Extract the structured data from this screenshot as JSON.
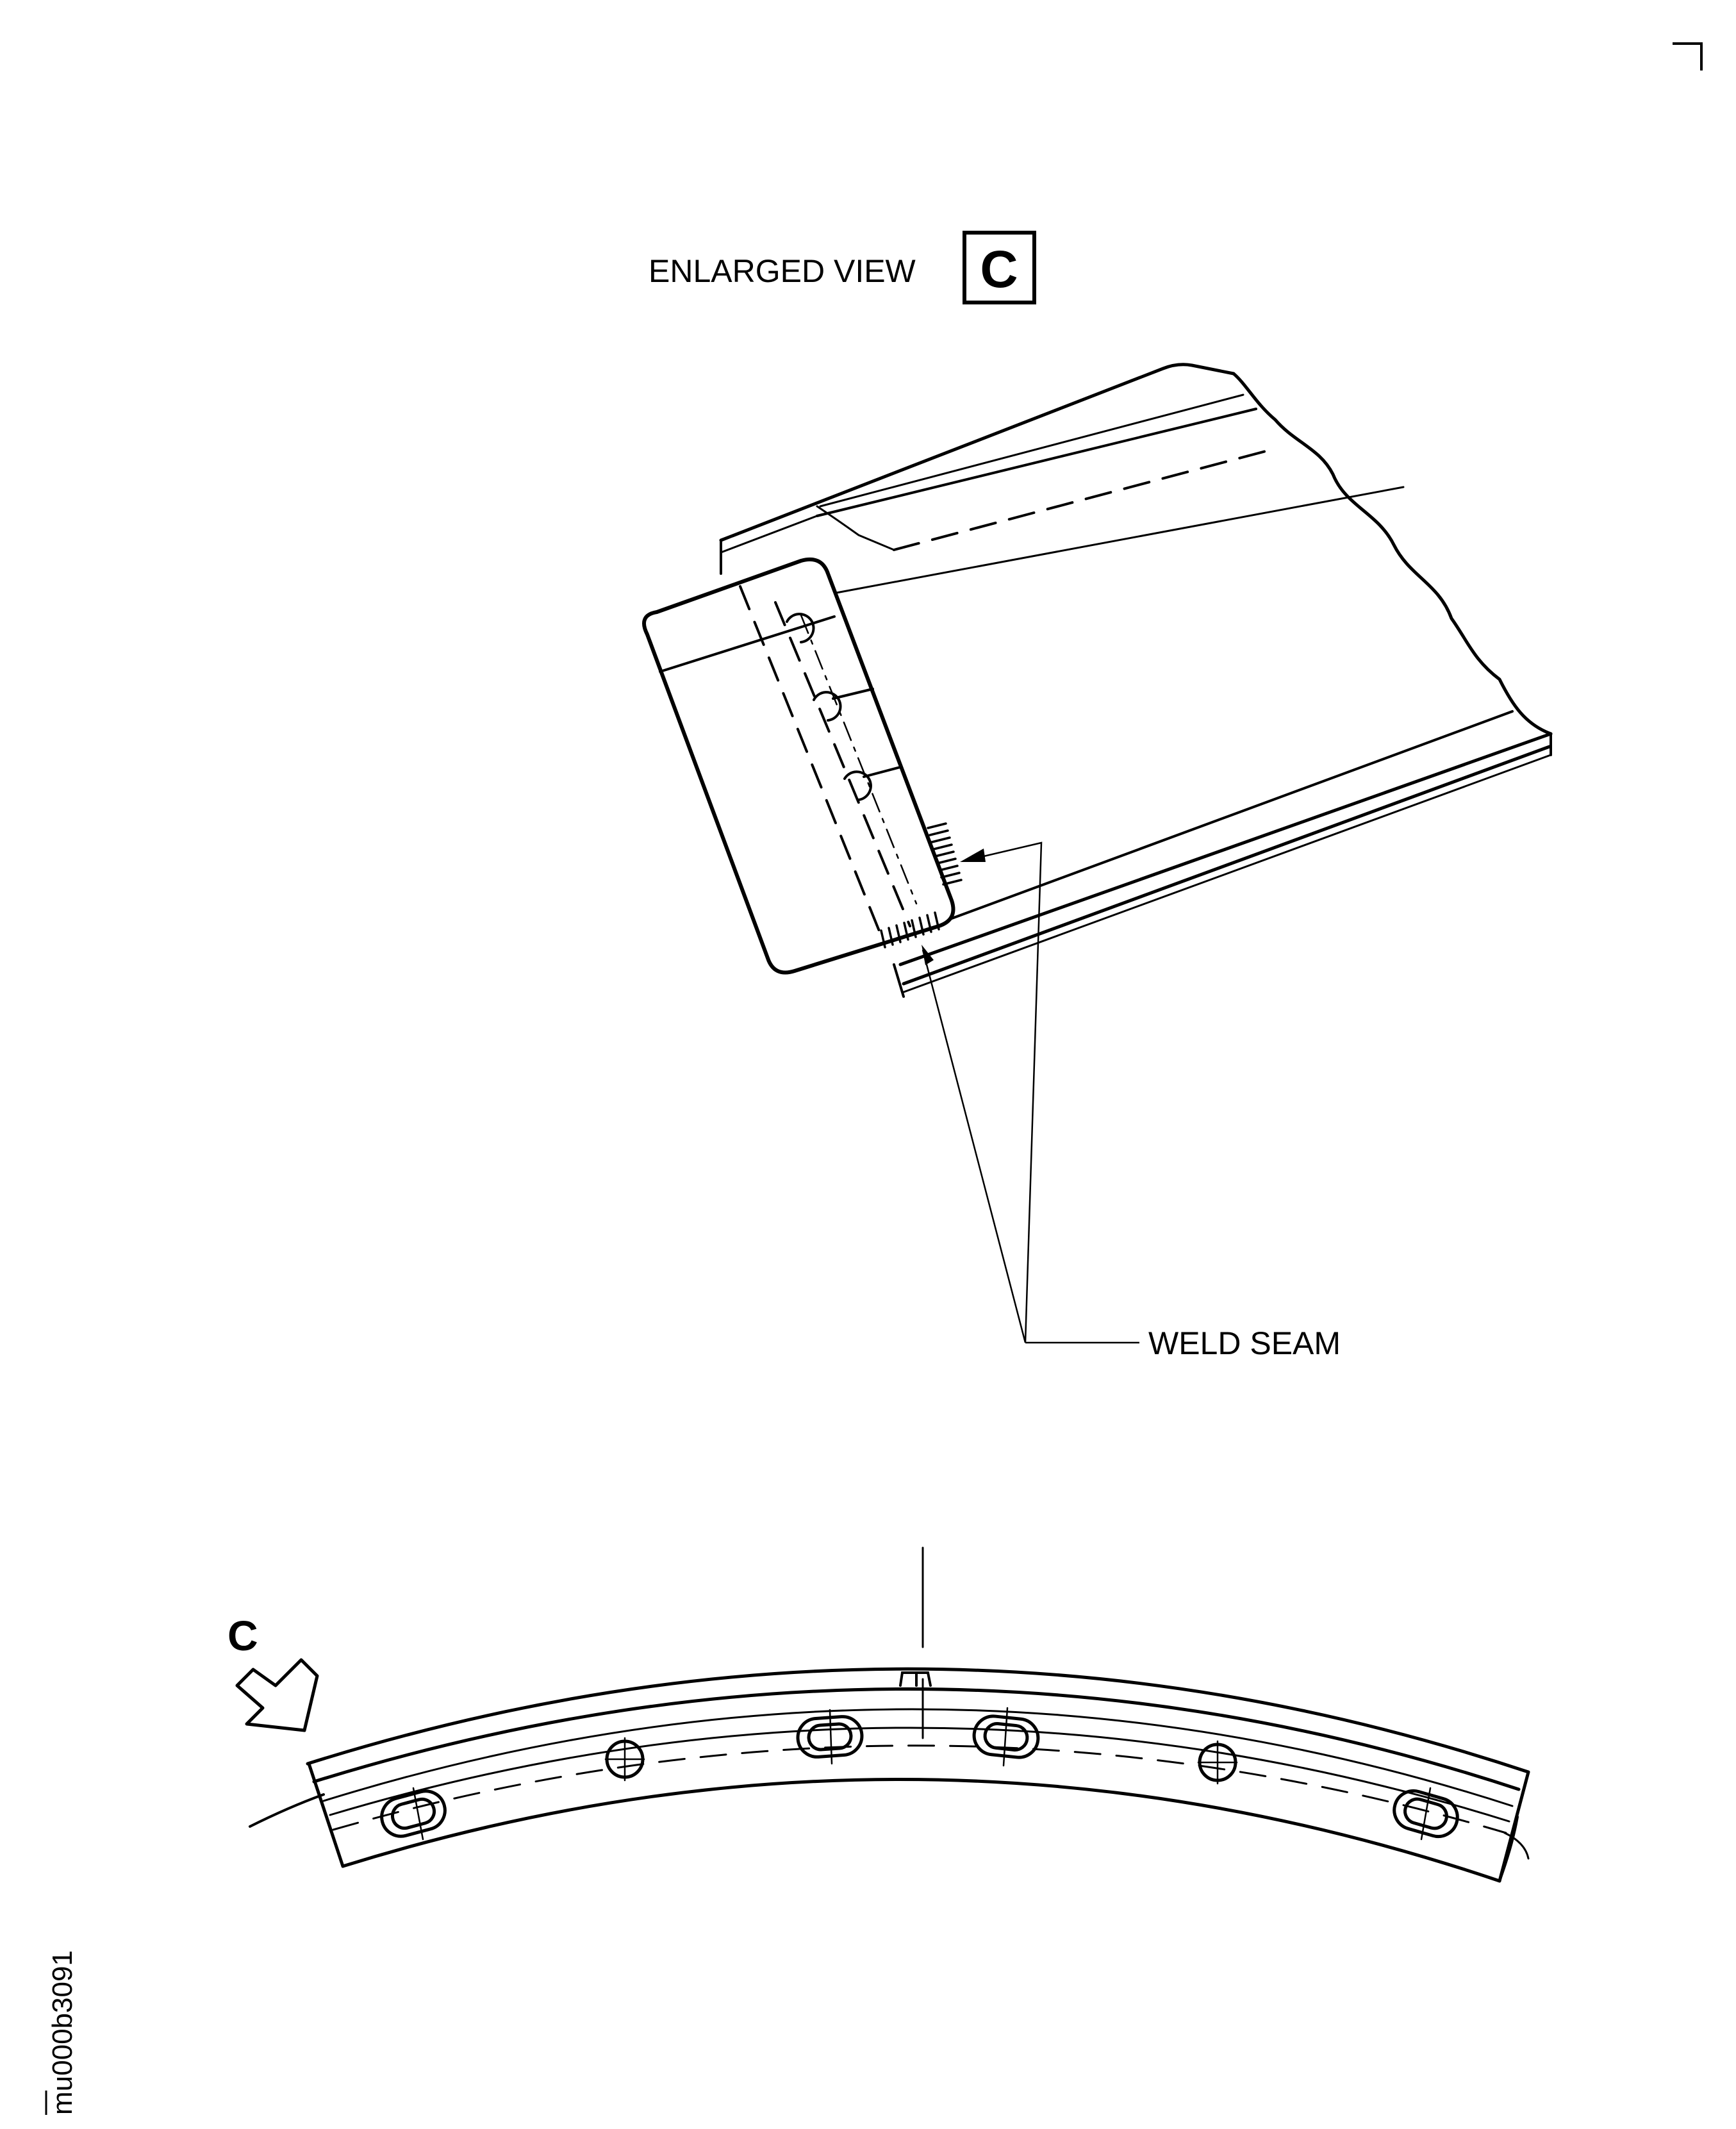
{
  "view_title": {
    "prefix": "ENLARGED VIEW",
    "letter": "C"
  },
  "callouts": {
    "weld_seam": "WELD SEAM"
  },
  "view_arrow": {
    "letter": "C"
  },
  "drawing_id": "mu000b3091",
  "colors": {
    "ink": "#000000",
    "paper": "#ffffff"
  }
}
